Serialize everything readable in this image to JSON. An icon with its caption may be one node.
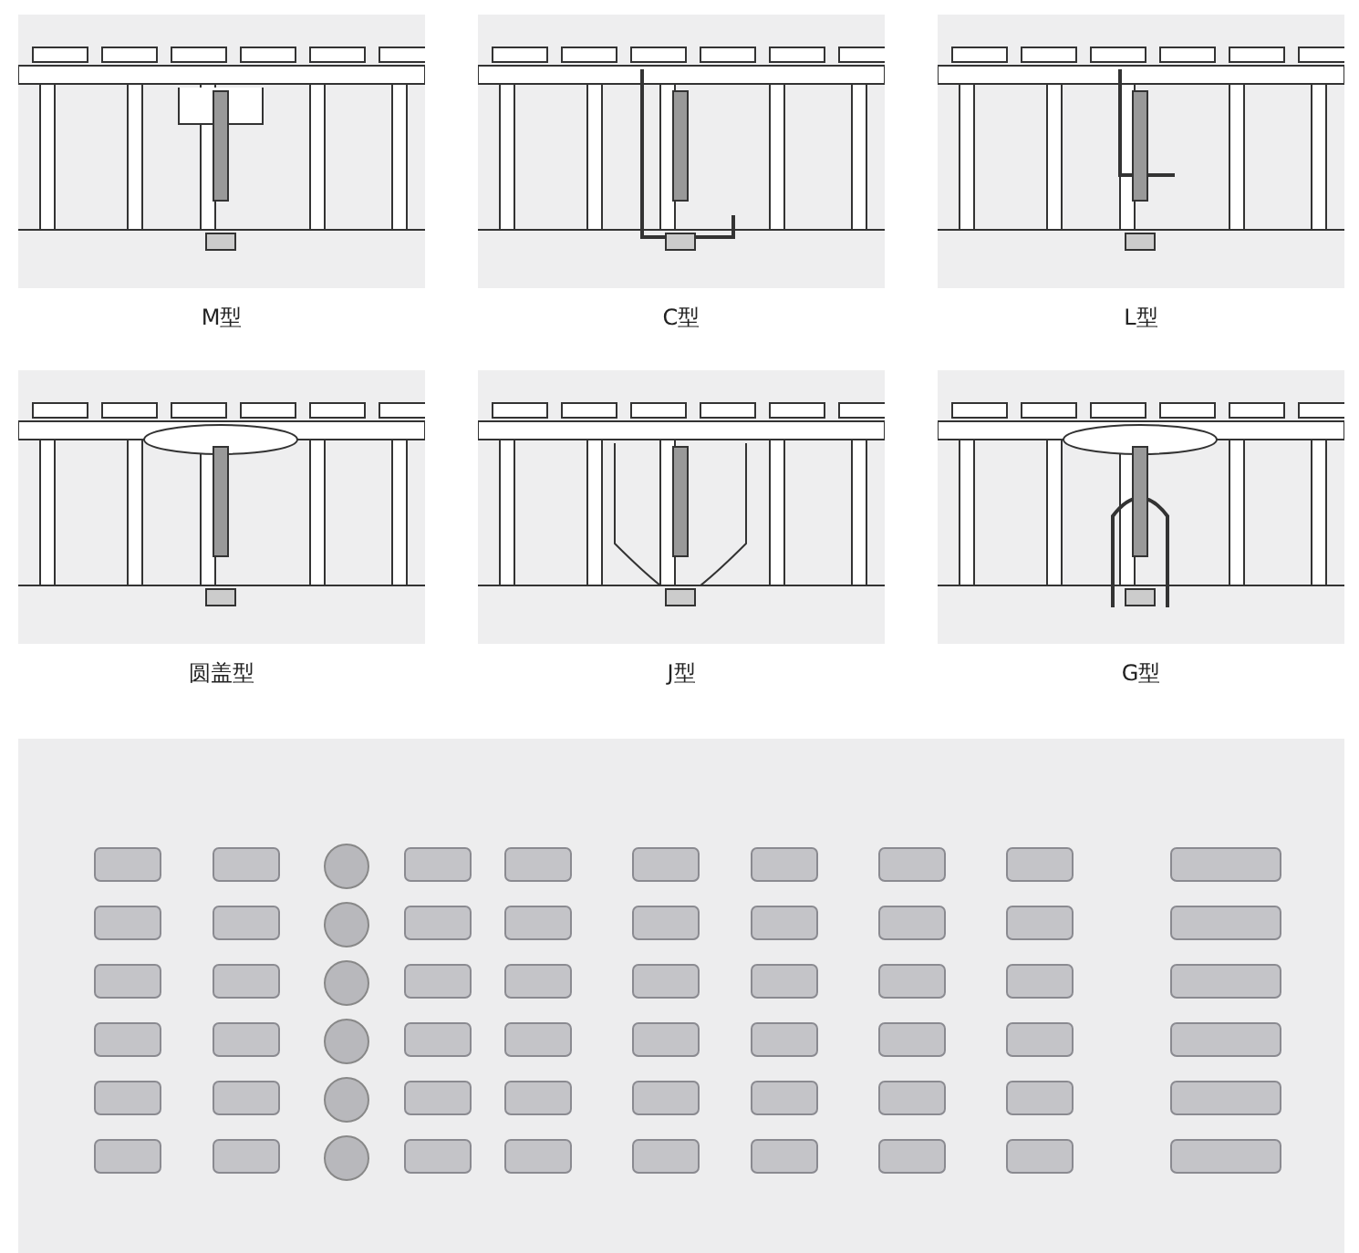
{
  "diagram": {
    "labels": [
      "M型",
      "C型",
      "L型",
      "圆盖型",
      "J型",
      "G型"
    ]
  }
}
